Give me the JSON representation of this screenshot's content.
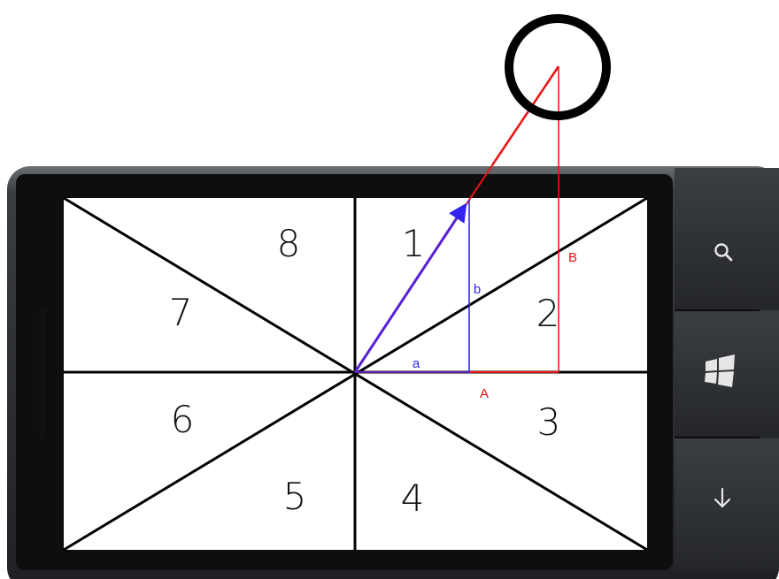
{
  "colors": {
    "phone_body": "#2b2d30",
    "phone_bezel": "#0e0e0f",
    "screen": "#ffffff",
    "diagram_lines": "#000000",
    "small_vector": "#3322ee",
    "large_vector": "#ee1111",
    "vector_arrow": "#5a1fd6",
    "touch_circle": "#000000"
  },
  "sectors": [
    {
      "id": "1",
      "label": "1"
    },
    {
      "id": "2",
      "label": "2"
    },
    {
      "id": "3",
      "label": "3"
    },
    {
      "id": "4",
      "label": "4"
    },
    {
      "id": "5",
      "label": "5"
    },
    {
      "id": "6",
      "label": "6"
    },
    {
      "id": "7",
      "label": "7"
    },
    {
      "id": "8",
      "label": "8"
    }
  ],
  "vector_labels": {
    "small_horizontal": "a",
    "small_vertical": "b",
    "large_horizontal": "A",
    "large_vertical": "B"
  },
  "hardware_buttons": [
    {
      "name": "search",
      "icon": "search-icon"
    },
    {
      "name": "start",
      "icon": "windows-logo-icon"
    },
    {
      "name": "back",
      "icon": "arrow-down-icon"
    }
  ]
}
